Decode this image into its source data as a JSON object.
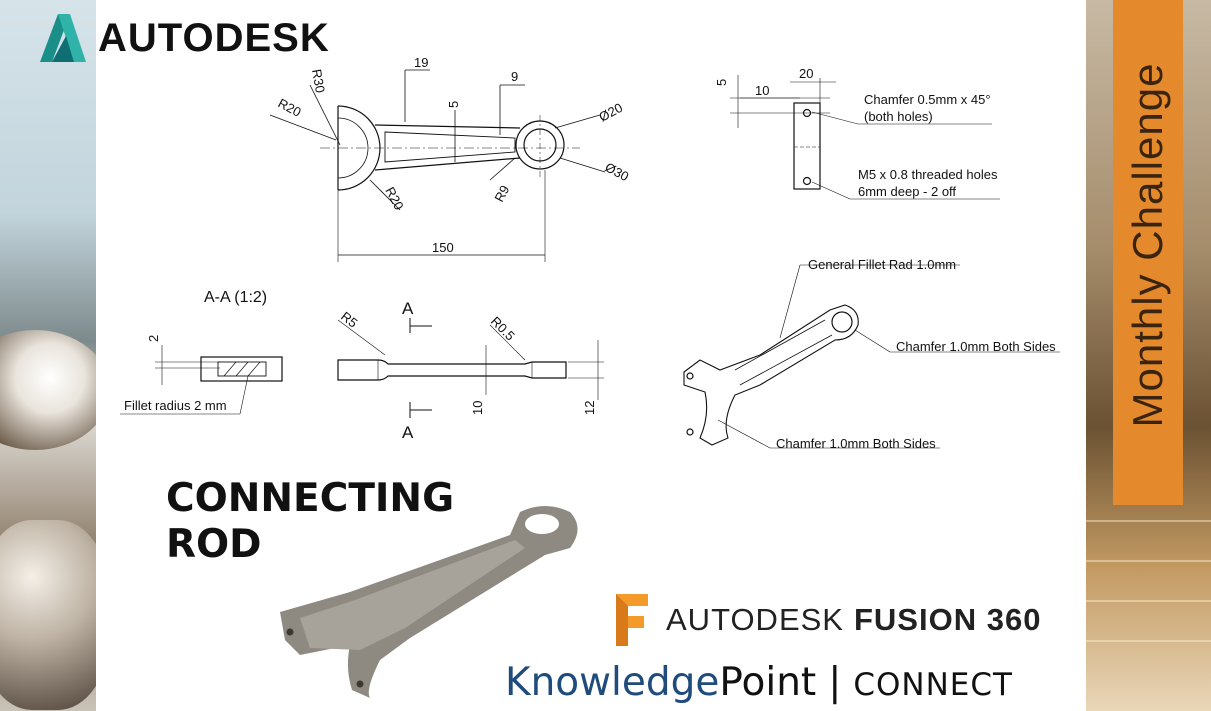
{
  "brand": {
    "autodesk_word": "AUTODESK",
    "side_banner": "Monthly Challenge",
    "fusion_brand": "AUTODESK",
    "fusion_product": "FUSION 360",
    "kp_knowledge": "Knowledge",
    "kp_point": "Point",
    "kp_separator": "|",
    "kp_connect": "CONNECT"
  },
  "title": {
    "line1": "CONNECTING",
    "line2": "ROD"
  },
  "top_view": {
    "dims": [
      "R30",
      "R20",
      "19",
      "5",
      "9",
      "Ø20",
      "Ø30",
      "R9",
      "R20",
      "150"
    ]
  },
  "end_view": {
    "dims": [
      "5",
      "10",
      "20"
    ],
    "note_chamfer_1": "Chamfer 0.5mm x 45°",
    "note_chamfer_2": "(both holes)",
    "note_thread_1": "M5 x 0.8 threaded holes",
    "note_thread_2": "6mm deep  - 2 off"
  },
  "section": {
    "label": "A-A (1:2)",
    "dim": "2",
    "note": "Fillet radius 2 mm"
  },
  "side_view": {
    "label_top": "A",
    "label_bottom": "A",
    "dims": [
      "R5",
      "R0.5",
      "10",
      "12"
    ]
  },
  "iso_view": {
    "note_fillet": "General Fillet Rad 1.0mm",
    "note_chamfer_top": "Chamfer 1.0mm Both Sides",
    "note_chamfer_bottom": "Chamfer 1.0mm Both Sides"
  },
  "colors": {
    "autodesk_teal": "#1a8f8a",
    "fusion_orange": "#f39a2b",
    "kp_blue": "#1f4c7c",
    "banner_orange": "#e58a2c"
  }
}
